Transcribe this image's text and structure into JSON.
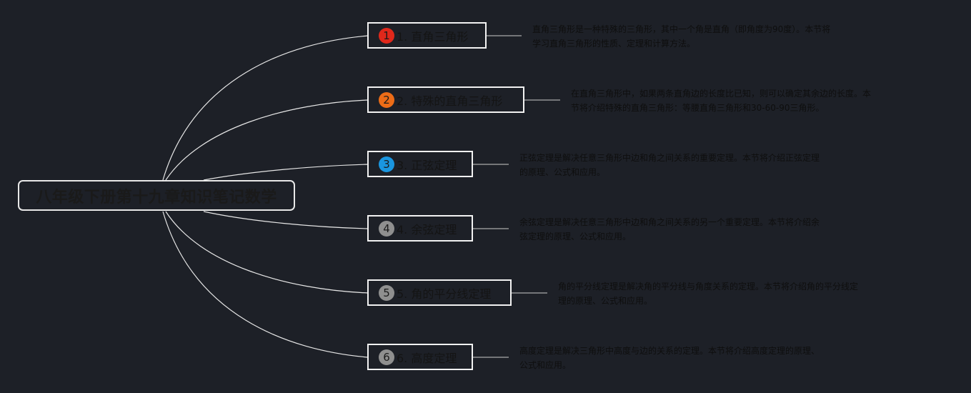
{
  "root": {
    "title": "八年级下册第十九章知识笔记数学"
  },
  "topics": [
    {
      "badge": "1",
      "badge_color": "#e0281b",
      "badge_text_color": "#1a1a1a",
      "label": "1. 直角三角形",
      "desc_lines": [
        "直角三角形是一种特殊的三角形，其中一个角是直角（即角度为90度）。本节将",
        "学习直角三角形的性质、定理和计算方法。"
      ]
    },
    {
      "badge": "2",
      "badge_color": "#ec6c17",
      "badge_text_color": "#1a1a1a",
      "label": "2. 特殊的直角三角形",
      "desc_lines": [
        "在直角三角形中，如果两条直角边的长度比已知，则可以确定其余边的长度。本",
        "节将介绍特殊的直角三角形：等腰直角三角形和30-60-90三角形。"
      ]
    },
    {
      "badge": "3",
      "badge_color": "#1a96e0",
      "badge_text_color": "#1a1a1a",
      "label": "3. 正弦定理",
      "desc_lines": [
        "正弦定理是解决任意三角形中边和角之间关系的重要定理。本节将介绍正弦定理",
        "的原理、公式和应用。"
      ]
    },
    {
      "badge": "4",
      "badge_color": "#8f8f8f",
      "badge_text_color": "#1a1a1a",
      "label": "4. 余弦定理",
      "desc_lines": [
        "余弦定理是解决任意三角形中边和角之间关系的另一个重要定理。本节将介绍余",
        "弦定理的原理、公式和应用。"
      ]
    },
    {
      "badge": "5",
      "badge_color": "#8f8f8f",
      "badge_text_color": "#1a1a1a",
      "label": "5. 角的平分线定理",
      "desc_lines": [
        "角的平分线定理是解决角的平分线与角度关系的定理。本节将介绍角的平分线定",
        "理的原理、公式和应用。"
      ]
    },
    {
      "badge": "6",
      "badge_color": "#8f8f8f",
      "badge_text_color": "#1a1a1a",
      "label": "6. 高度定理",
      "desc_lines": [
        "高度定理是解决三角形中高度与边的关系的定理。本节将介绍高度定理的原理、",
        "公式和应用。"
      ]
    }
  ],
  "colors": {
    "background": "#1d2027",
    "lines": "#e6e6e6",
    "box_border": "#f2f2f2"
  }
}
